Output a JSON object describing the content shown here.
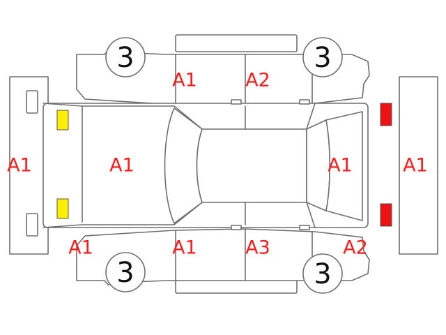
{
  "colors": {
    "code_text": "#ff1a1a",
    "front_lamps": "#ffee00",
    "rear_lamps": "#ee1111",
    "outline": "#6e6e6e"
  },
  "wheels": {
    "front_left": "3",
    "rear_left": "3",
    "front_right": "3",
    "rear_right": "3"
  },
  "codes": {
    "front_bumper": "A1",
    "hood": "A1",
    "front_door_top": "A1",
    "rear_door_top": "A2",
    "trunk_lid": "A1",
    "rear_bumper": "A1",
    "front_fender_bottom": "A1",
    "front_door_bottom": "A1",
    "rear_door_bottom": "A3",
    "rear_quarter_bottom": "A2"
  }
}
